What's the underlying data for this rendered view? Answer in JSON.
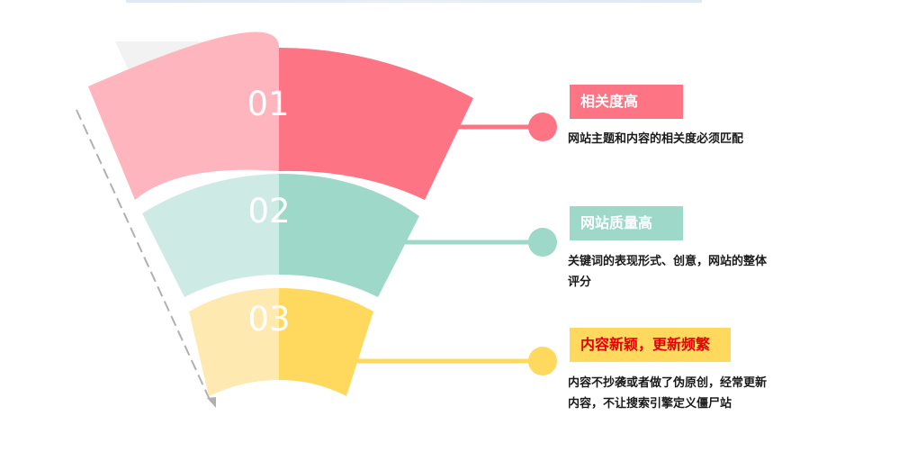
{
  "items": [
    {
      "number": "01",
      "title": "相关度高",
      "desc_lines": [
        "网站主题和内容的相关度必须匹配"
      ],
      "colors": {
        "light": "#feb5bd",
        "dark": "#fd7484",
        "tag_bg": "#fd7484",
        "tag_text": "#ffffff",
        "connector": "#fd7484"
      }
    },
    {
      "number": "02",
      "title": "网站质量高",
      "desc_lines": [
        "关键词的表现形式、创意，网站的整体",
        "评分"
      ],
      "colors": {
        "light": "#cdeae4",
        "dark": "#9dd8c8",
        "tag_bg": "#9dd8c8",
        "tag_text": "#ffffff",
        "connector": "#9dd8c8"
      }
    },
    {
      "number": "03",
      "title": "内容新颖，更新频繁",
      "desc_lines": [
        "内容不抄袭或者做了伪原创，经常更新",
        "内容，不让搜索引擎定义僵尸站"
      ],
      "colors": {
        "light": "#feeab0",
        "dark": "#fed95e",
        "tag_bg": "#fed95e",
        "tag_text": "#e60000",
        "connector": "#fed95e"
      }
    }
  ],
  "colors": {
    "shadow": "#f2f2f2",
    "arrow": "#b0b0b0",
    "top_line": "#e3eaf4"
  },
  "icons": {
    "side_arrow": "dashed-arrow-icon"
  }
}
